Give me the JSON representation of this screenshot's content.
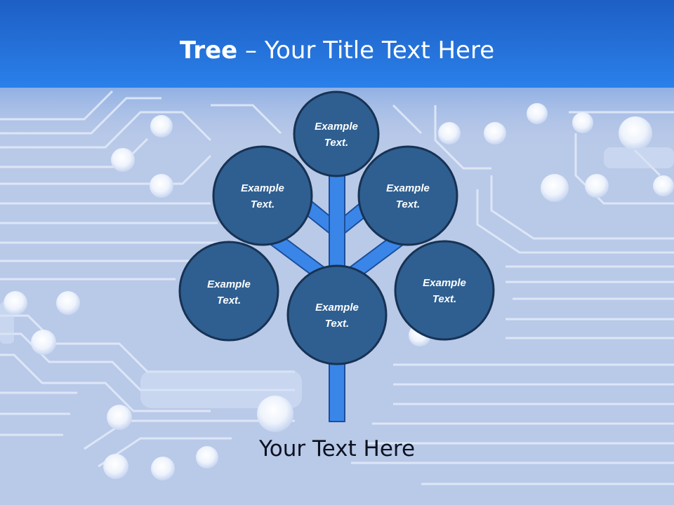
{
  "slide": {
    "title_bold": "Tree",
    "title_sep": " – ",
    "title_rest": "Your Title Text Here",
    "caption": "Your Text Here"
  },
  "nodes": [
    {
      "id": "top",
      "label_line1": "Example",
      "label_line2": "Text."
    },
    {
      "id": "upper-left",
      "label_line1": "Example",
      "label_line2": "Text."
    },
    {
      "id": "upper-right",
      "label_line1": "Example",
      "label_line2": "Text."
    },
    {
      "id": "lower-left",
      "label_line1": "Example",
      "label_line2": "Text."
    },
    {
      "id": "center",
      "label_line1": "Example",
      "label_line2": "Text."
    },
    {
      "id": "lower-right",
      "label_line1": "Example",
      "label_line2": "Text."
    }
  ],
  "colors": {
    "header_top": "#1d5fc4",
    "header_bottom": "#2a80ea",
    "background": "#b9c9e8",
    "trace": "#e4ecf9",
    "node_fill": "#2f5f91",
    "node_stroke": "#173253",
    "branch_fill": "#3a86e8",
    "branch_stroke": "#1b4f9a",
    "node_text": "#ffffff"
  }
}
